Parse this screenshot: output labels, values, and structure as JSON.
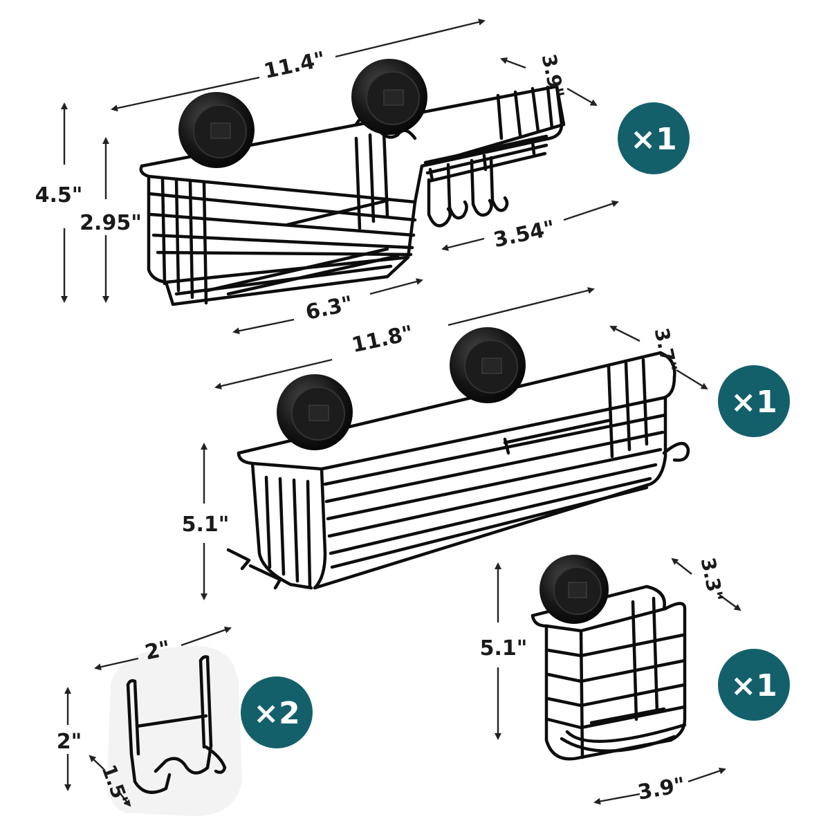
{
  "colors": {
    "badge": "#13606b",
    "wire": "#0d0d0d",
    "text": "#1a1a1a"
  },
  "products": {
    "combo_basket": {
      "icon": "combo-basket-with-soap-dish-icon",
      "quantity": "×1",
      "dims": {
        "length": "11.4\"",
        "width": "3.9\"",
        "height_total": "4.5\"",
        "height_basket": "2.95\"",
        "soap_dish": "3.54\"",
        "basket_length": "6.3\""
      }
    },
    "long_basket": {
      "icon": "long-basket-icon",
      "quantity": "×1",
      "dims": {
        "length": "11.8\"",
        "width": "3.7\"",
        "height": "5.1\""
      }
    },
    "hook": {
      "icon": "adhesive-hook-icon",
      "quantity": "×2",
      "dims": {
        "width": "2\"",
        "height": "2\"",
        "depth": "1.5\""
      }
    },
    "toothbrush_holder": {
      "icon": "toothbrush-holder-icon",
      "quantity": "×1",
      "dims": {
        "height": "5.1\"",
        "depth": "3.3\"",
        "width": "3.9\""
      }
    }
  }
}
